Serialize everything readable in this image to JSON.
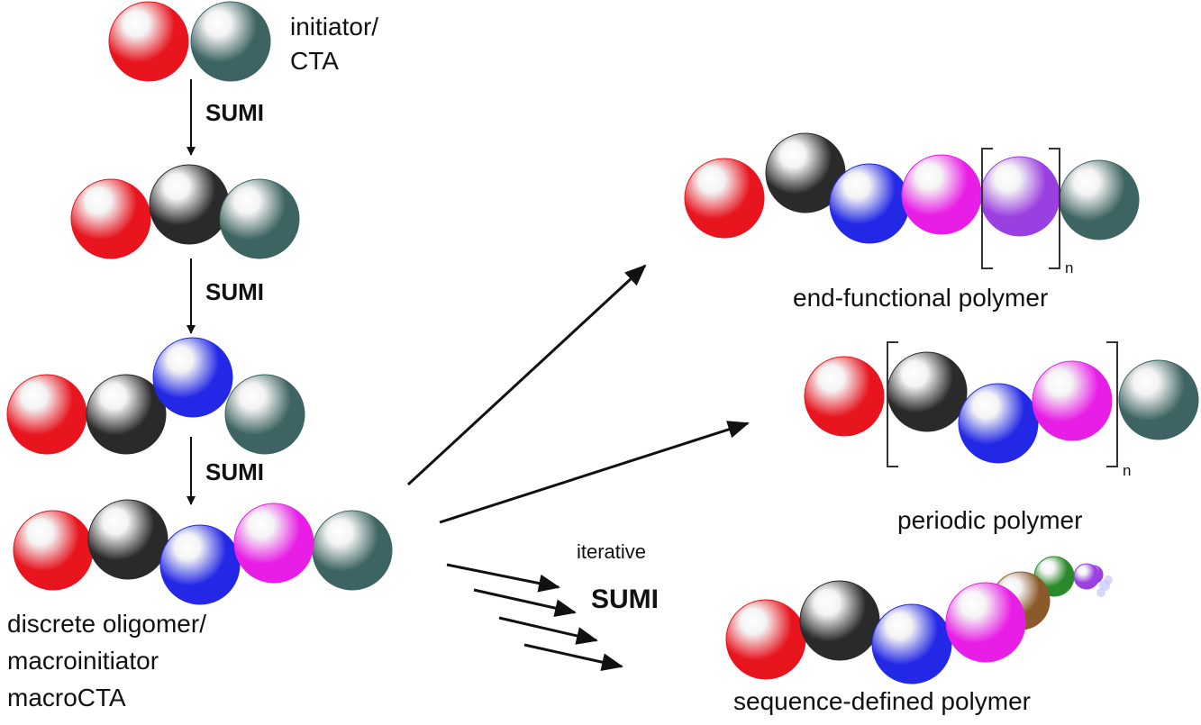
{
  "labels": {
    "initiator_line1": "initiator/",
    "initiator_line2": "CTA",
    "step1": "SUMI",
    "step2": "SUMI",
    "step3": "SUMI",
    "oligomer_line1": "discrete oligomer/",
    "oligomer_line2": "macroinitiator",
    "oligomer_line3": "macroCTA",
    "end_functional": "end-functional polymer",
    "periodic": "periodic polymer",
    "iterative": "iterative",
    "iterative_sumi": "SUMI",
    "sequence_defined": "sequence-defined polymer",
    "repeat_n_1": "n",
    "repeat_n_2": "n"
  },
  "colors": {
    "red": "#e8141e",
    "teal": "#3d6462",
    "black": "#2a2a2a",
    "blue": "#2328e6",
    "magenta": "#e81ee6",
    "purple": "#9a3fe0",
    "brown": "#8a5a2a",
    "green": "#2a8a2a",
    "arrow": "#111111"
  }
}
